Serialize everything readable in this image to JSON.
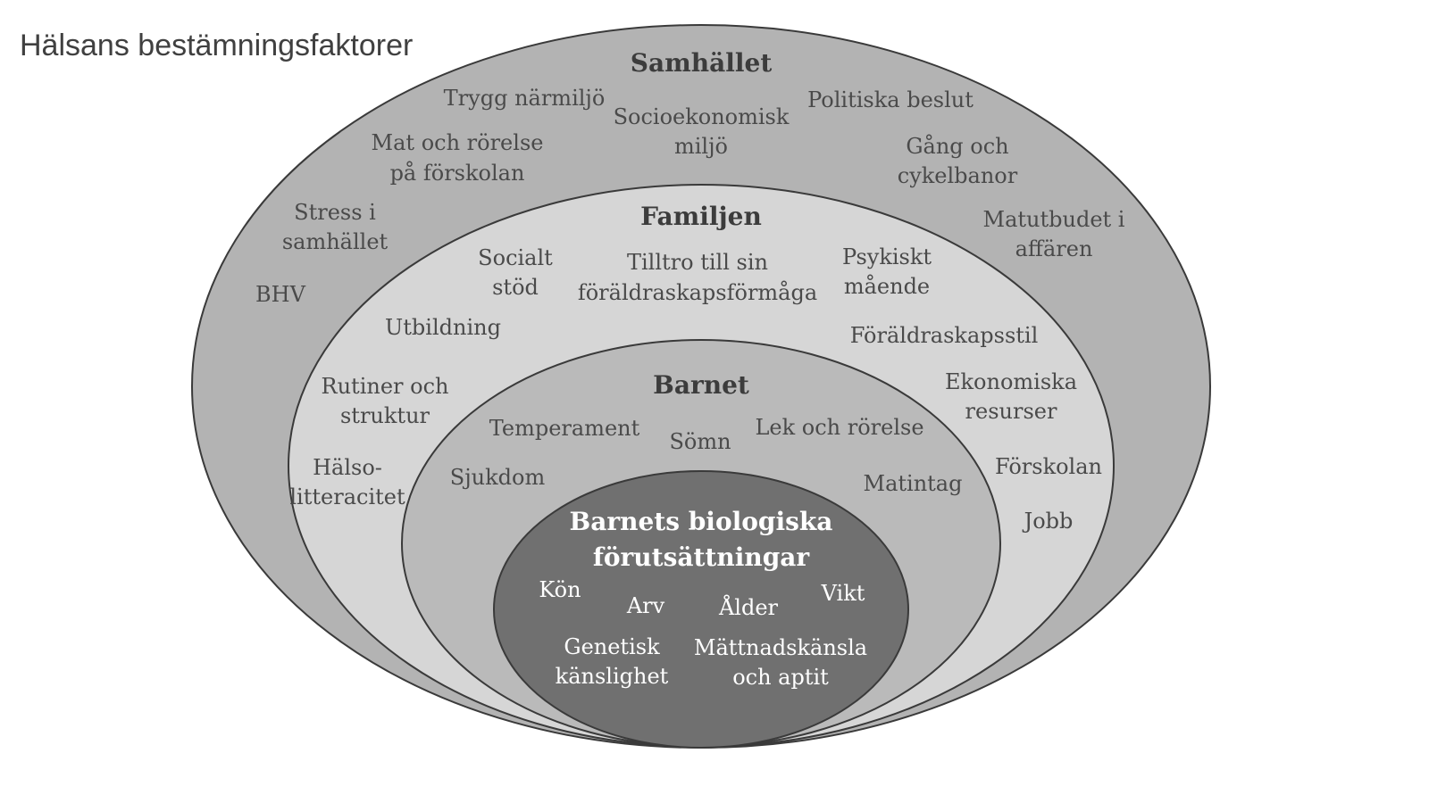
{
  "title": "Hälsans bestämningsfaktorer",
  "colors": {
    "samhallet": "#b3b3b3",
    "familjen": "#d6d6d6",
    "barnet": "#bababa",
    "biologi": "#707070",
    "stroke": "#3a3a3a"
  },
  "levels": {
    "samhallet": {
      "heading": "Samhället",
      "items": {
        "trygg": "Trygg närmiljö",
        "socio_1": "Socioekonomisk",
        "socio_2": "miljö",
        "politiska": "Politiska beslut",
        "mat_1": "Mat och rörelse",
        "mat_2": "på förskolan",
        "gang_1": "Gång och",
        "gang_2": "cykelbanor",
        "stress_1": "Stress i",
        "stress_2": "samhället",
        "matutbud_1": "Matutbudet i",
        "matutbud_2": "affären",
        "bhv": "BHV",
        "forskolan": "Förskolan",
        "jobb": "Jobb"
      }
    },
    "familjen": {
      "heading": "Familjen",
      "items": {
        "socialt_1": "Socialt",
        "socialt_2": "stöd",
        "tilltro_1": "Tilltro till sin",
        "tilltro_2": "föräldraskapsförmåga",
        "psykiskt_1": "Psykiskt",
        "psykiskt_2": "mående",
        "utbildning": "Utbildning",
        "foraldraskapsstil": "Föräldraskapsstil",
        "rutiner_1": "Rutiner och",
        "rutiner_2": "struktur",
        "ekonomiska_1": "Ekonomiska",
        "ekonomiska_2": "resurser",
        "halso_1": "Hälso-",
        "halso_2": "litteracitet"
      }
    },
    "barnet": {
      "heading": "Barnet",
      "items": {
        "temperament": "Temperament",
        "somn": "Sömn",
        "lek": "Lek och rörelse",
        "sjukdom": "Sjukdom",
        "matintag": "Matintag"
      }
    },
    "biologi": {
      "heading_1": "Barnets biologiska",
      "heading_2": "förutsättningar",
      "items": {
        "kon": "Kön",
        "arv": "Arv",
        "alder": "Ålder",
        "vikt": "Vikt",
        "genetisk_1": "Genetisk",
        "genetisk_2": "känslighet",
        "mattnad_1": "Mättnadskänsla",
        "mattnad_2": "och aptit"
      }
    }
  }
}
